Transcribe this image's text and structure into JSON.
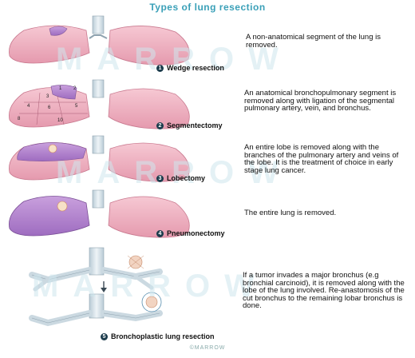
{
  "title": "Types of lung resection",
  "watermark": "MARROW",
  "footer": "©MARROW",
  "panels": [
    {
      "num": "1",
      "caption": "Wedge resection",
      "desc": "A non-anatomical segment of the lung is removed."
    },
    {
      "num": "2",
      "caption": "Segmentectomy",
      "desc": "An anatomical bronchopulmonary segment is removed along with ligation of the segmental pulmonary artery, vein, and bronchus."
    },
    {
      "num": "3",
      "caption": "Lobectomy",
      "desc": "An entire lobe is removed along with the branches of the pulmonary artery and veins of the lobe. It is the treatment of choice in early stage lung cancer."
    },
    {
      "num": "4",
      "caption": "Pneumonectomy",
      "desc": "The entire lung is removed."
    },
    {
      "num": "5",
      "caption": "Bronchoplastic lung resection",
      "desc": "If a tumor invades a major bronchus (e.g bronchial carcinoid), it is removed along with the lobe of the lung involved. Re-anastomosis of the cut bronchus to the remaining lobar bronchus is done."
    }
  ],
  "segment_labels": [
    "1",
    "2",
    "3",
    "4",
    "5",
    "6",
    "8",
    "10"
  ],
  "colors": {
    "lung": "#f2b7c4",
    "lung_edge": "#c9798f",
    "resected": "#b98ad0",
    "trachea": "#d7e3ea",
    "title": "#3aa0b8"
  }
}
